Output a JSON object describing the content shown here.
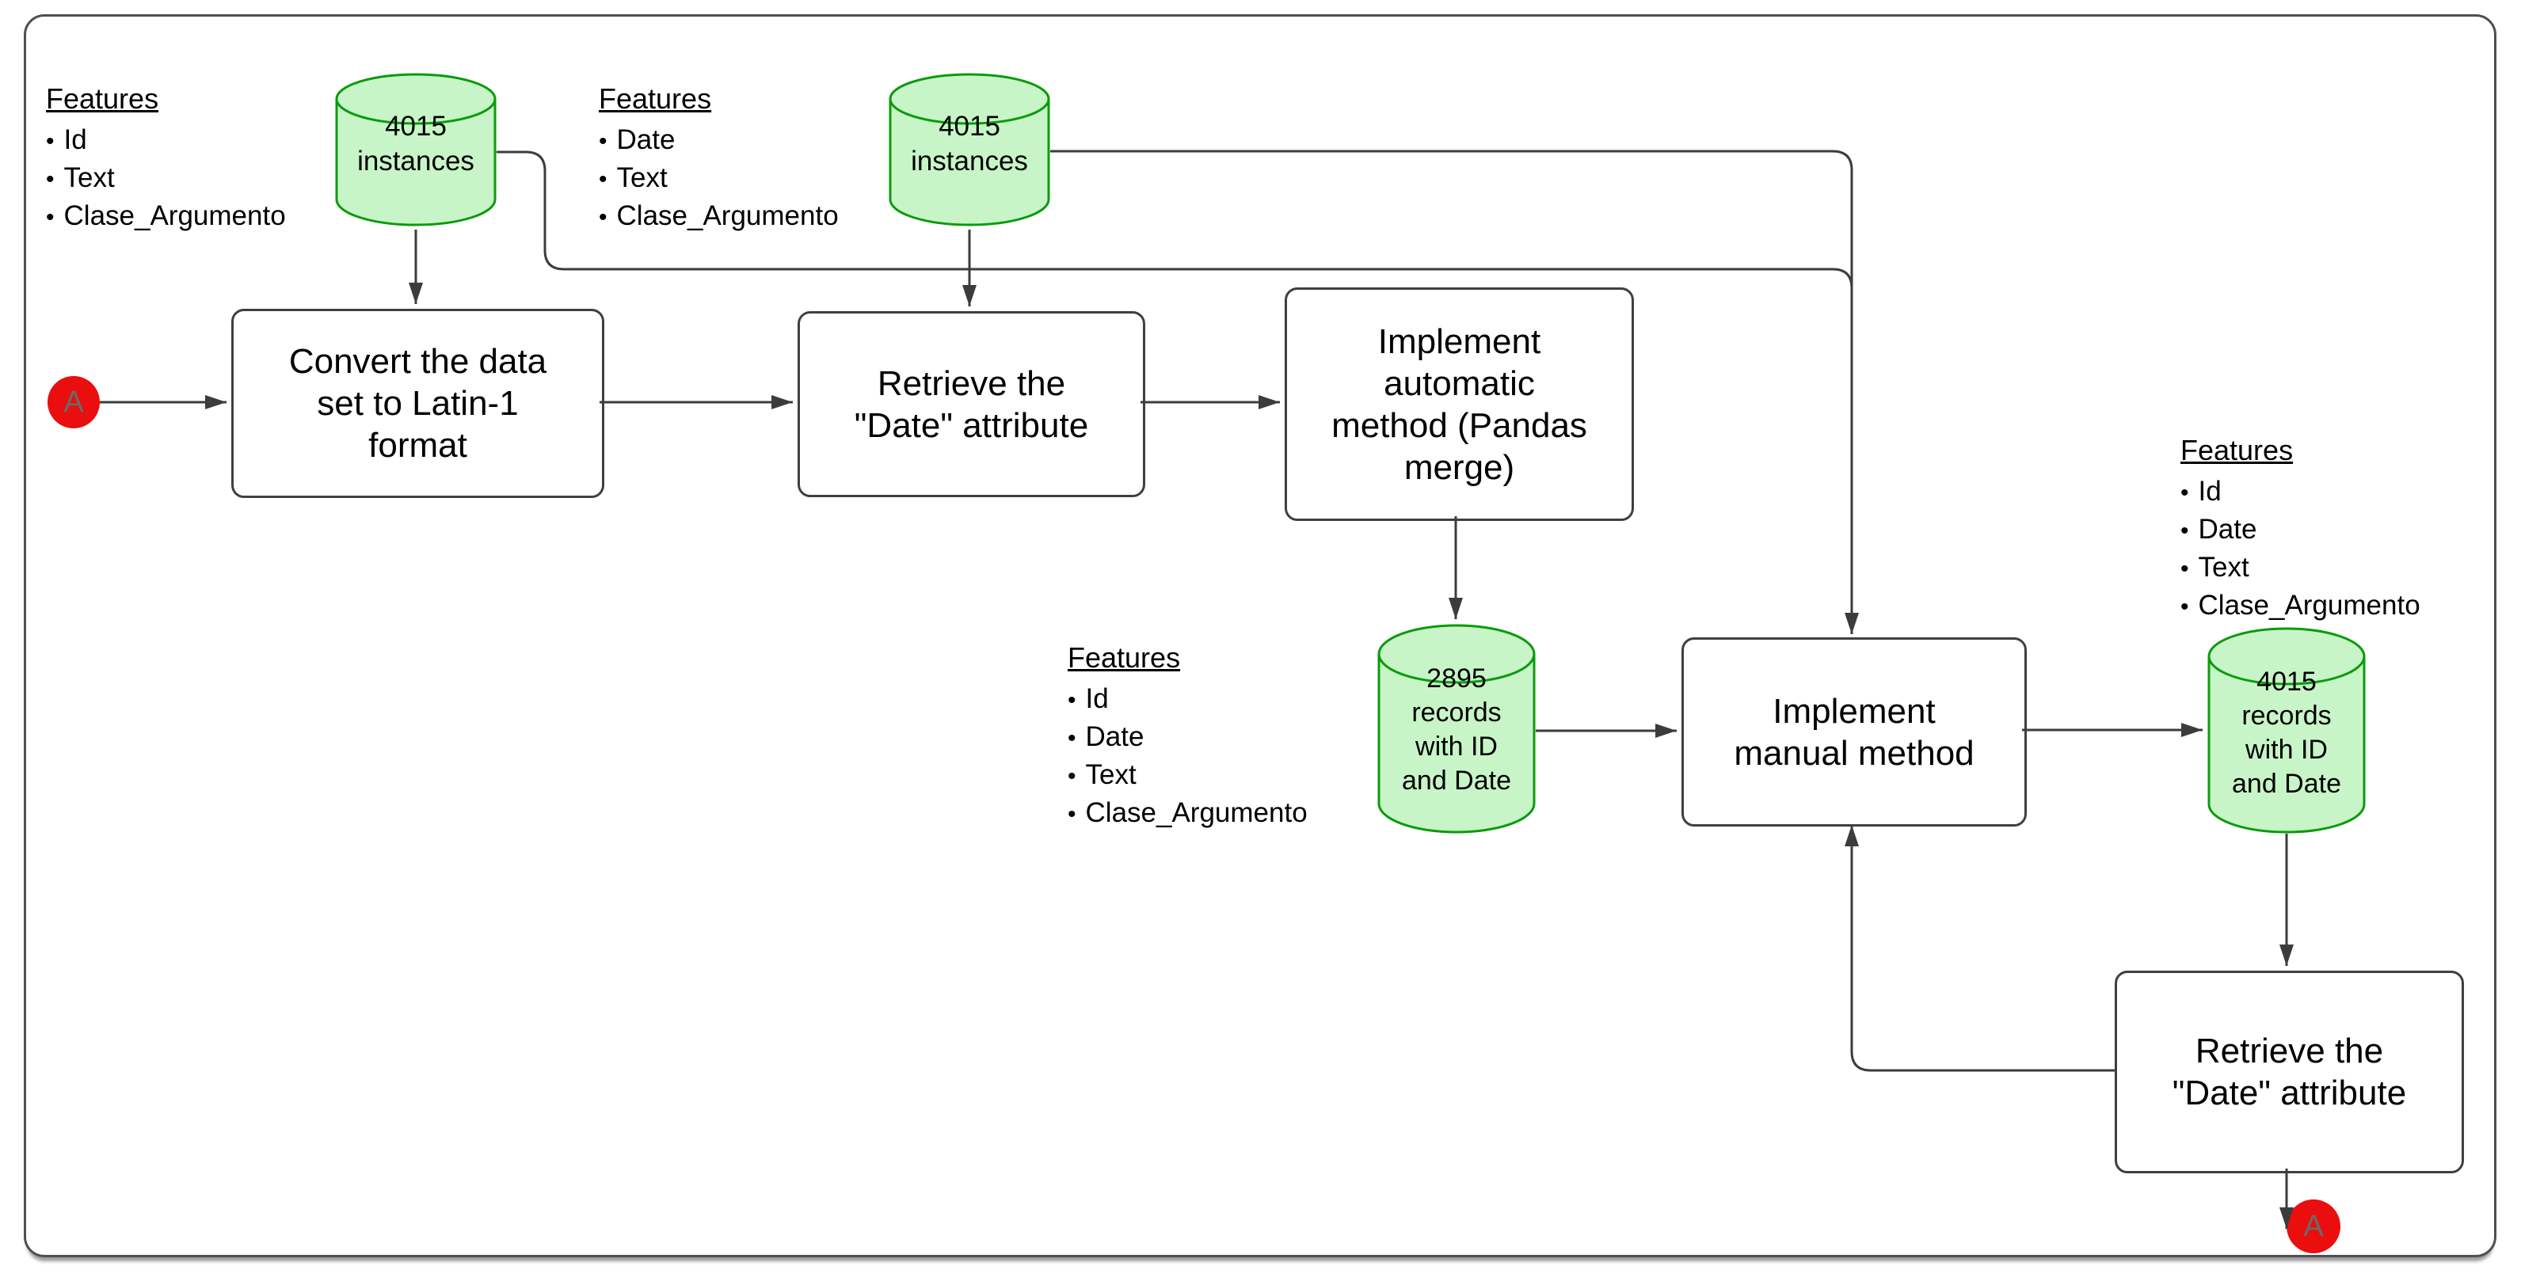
{
  "ui": {
    "bullet": "•"
  },
  "terminals": {
    "start": {
      "label": "A"
    },
    "end": {
      "label": "A"
    }
  },
  "feature_lists": {
    "source1": {
      "title": "Features",
      "items": [
        "Id",
        "Text",
        "Clase_Argumento"
      ]
    },
    "source2": {
      "title": "Features",
      "items": [
        "Date",
        "Text",
        "Clase_Argumento"
      ]
    },
    "merged_auto": {
      "title": "Features",
      "items": [
        "Id",
        "Date",
        "Text",
        "Clase_Argumento"
      ]
    },
    "merged_manual": {
      "title": "Features",
      "items": [
        "Id",
        "Date",
        "Text",
        "Clase_Argumento"
      ]
    }
  },
  "datastores": {
    "source1": {
      "label": "4015\ninstances"
    },
    "source2": {
      "label": "4015\ninstances"
    },
    "auto_result": {
      "label": "2895\nrecords\nwith ID\nand Date"
    },
    "manual_result": {
      "label": "4015\nrecords\nwith ID\nand Date"
    }
  },
  "processes": {
    "convert_latin1": {
      "label": "Convert the data\nset to Latin-1\nformat"
    },
    "retrieve_date_1": {
      "label": "Retrieve the\n\"Date\" attribute"
    },
    "auto_method": {
      "label": "Implement\nautomatic\nmethod (Pandas\nmerge)"
    },
    "manual_method": {
      "label": "Implement\nmanual method"
    },
    "retrieve_date_2": {
      "label": "Retrieve the\n\"Date\" attribute"
    }
  },
  "colors": {
    "datastore_fill": "#c8f5c8",
    "datastore_stroke": "#0b9b0b",
    "process_border": "#3f3f3f",
    "connector": "#3c3c3c",
    "terminal_fill": "#ea0e0e",
    "terminal_label": "#6a6a6a",
    "canvas_border": "#4f4f4f"
  }
}
